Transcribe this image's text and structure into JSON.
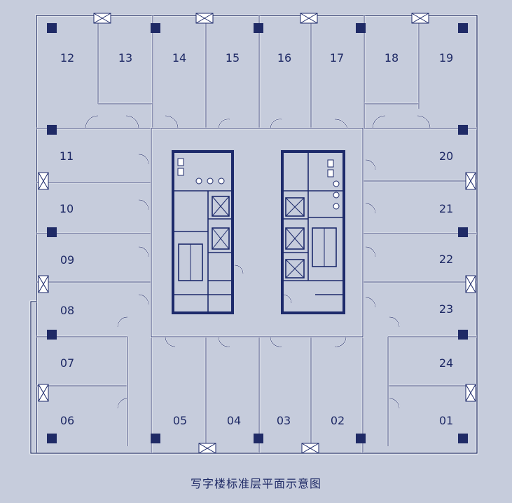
{
  "rooms": [
    "12",
    "13",
    "14",
    "15",
    "16",
    "17",
    "18",
    "19",
    "11",
    "20",
    "10",
    "21",
    "09",
    "22",
    "08",
    "23",
    "07",
    "24",
    "06",
    "05",
    "04",
    "03",
    "02",
    "01"
  ],
  "caption": "写字楼标准层平面示意图",
  "colors": {
    "background": "#c6ccdc",
    "wall": "#ffffff",
    "core": "#1d2a6b",
    "label": "#1f2a66"
  }
}
